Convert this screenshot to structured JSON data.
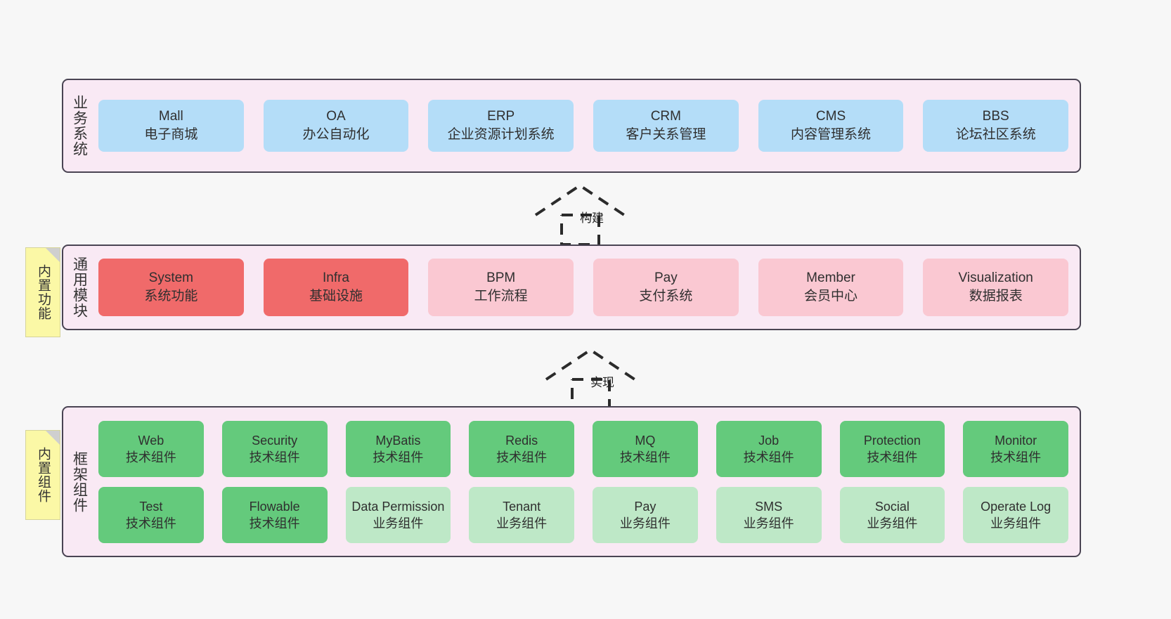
{
  "layers": [
    {
      "id": "business",
      "title": "业务系统",
      "rows": [
        [
          {
            "t1": "Mall",
            "t2": "电子商城"
          },
          {
            "t1": "OA",
            "t2": "办公自动化"
          },
          {
            "t1": "ERP",
            "t2": "企业资源计划系统"
          },
          {
            "t1": "CRM",
            "t2": "客户关系管理"
          },
          {
            "t1": "CMS",
            "t2": "内容管理系统"
          },
          {
            "t1": "BBS",
            "t2": "论坛社区系统"
          }
        ]
      ]
    },
    {
      "id": "modules",
      "title": "通用模块",
      "rows": [
        [
          {
            "t1": "System",
            "t2": "系统功能"
          },
          {
            "t1": "Infra",
            "t2": "基础设施"
          },
          {
            "t1": "BPM",
            "t2": "工作流程"
          },
          {
            "t1": "Pay",
            "t2": "支付系统"
          },
          {
            "t1": "Member",
            "t2": "会员中心"
          },
          {
            "t1": "Visualization",
            "t2": "数据报表"
          }
        ]
      ]
    },
    {
      "id": "framework",
      "title": "框架组件",
      "rows": [
        [
          {
            "t1": "Web",
            "t2": "技术组件"
          },
          {
            "t1": "Security",
            "t2": "技术组件"
          },
          {
            "t1": "MyBatis",
            "t2": "技术组件"
          },
          {
            "t1": "Redis",
            "t2": "技术组件"
          },
          {
            "t1": "MQ",
            "t2": "技术组件"
          },
          {
            "t1": "Job",
            "t2": "技术组件"
          },
          {
            "t1": "Protection",
            "t2": "技术组件"
          },
          {
            "t1": "Monitor",
            "t2": "技术组件"
          }
        ],
        [
          {
            "t1": "Test",
            "t2": "技术组件"
          },
          {
            "t1": "Flowable",
            "t2": "技术组件"
          },
          {
            "t1": "Data Permission",
            "t2": "业务组件"
          },
          {
            "t1": "Tenant",
            "t2": "业务组件"
          },
          {
            "t1": "Pay",
            "t2": "业务组件"
          },
          {
            "t1": "SMS",
            "t2": "业务组件"
          },
          {
            "t1": "Social",
            "t2": "业务组件"
          },
          {
            "t1": "Operate Log",
            "t2": "业务组件"
          }
        ]
      ]
    }
  ],
  "notes": {
    "builtin_features": "内置功能",
    "builtin_components": "内置组件"
  },
  "arrows": {
    "build": "构建",
    "implement": "实现"
  },
  "colors": {
    "canvas": "#F7F7F7",
    "layer_fill": "#F9E9F4",
    "layer_border": "#4A4453",
    "business_card": "#B4DDF8",
    "module_primary": "#F06A6A",
    "module_secondary": "#FAC8D2",
    "tech_component": "#64CA7C",
    "business_component": "#BEE8C7",
    "note_fill": "#FBF8A6",
    "note_fold": "#CFCFCF"
  }
}
